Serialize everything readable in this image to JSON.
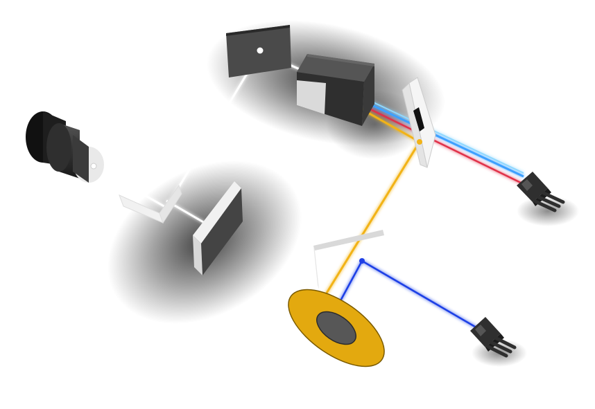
{
  "colors": {
    "background": "#ffffff",
    "beam_white": "#ffffff",
    "beam_red": "#e0304a",
    "beam_blue": "#3ea0ff",
    "beam_cyan": "#8fd8ff",
    "beam_yellow": "#f2b318",
    "beam_dark_blue": "#1f3fe6",
    "disc_gold": "#e3a90f",
    "disc_hole": "#575757",
    "component_dark": "#3a3a3a",
    "component_side": "#dcdcdc",
    "laser_body": "#2b2b2b",
    "connector": "#2f2f2f"
  },
  "components": [
    {
      "name": "laser-source",
      "icon": "laser-cylinder"
    },
    {
      "name": "beam-splitter",
      "icon": "angled-plate"
    },
    {
      "name": "mirror-lower",
      "icon": "square-mirror"
    },
    {
      "name": "mirror-upper",
      "icon": "square-mirror"
    },
    {
      "name": "optical-box",
      "icon": "cube"
    },
    {
      "name": "dichroic-mirror",
      "icon": "slotted-plate"
    },
    {
      "name": "fiber-connector-upper",
      "icon": "fiber-connector"
    },
    {
      "name": "sample-disc",
      "icon": "ring-disc"
    },
    {
      "name": "pickup-mirror",
      "icon": "angled-plate"
    },
    {
      "name": "fiber-connector-lower",
      "icon": "fiber-connector"
    }
  ]
}
